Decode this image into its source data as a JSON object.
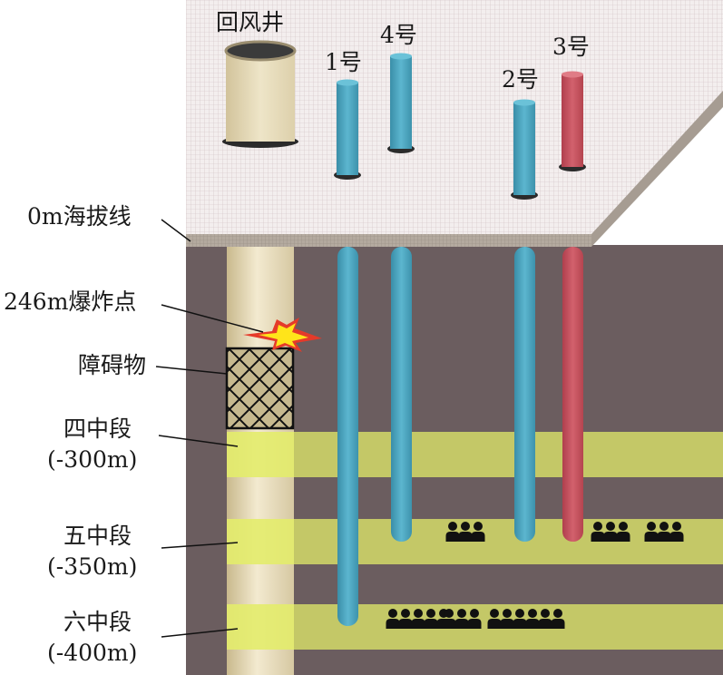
{
  "surface_labels": {
    "return_shaft": "回风井",
    "shaft1": "1号",
    "shaft2": "2号",
    "shaft3": "3号",
    "shaft4": "4号"
  },
  "side_labels": {
    "sea_level": "0m海拔线",
    "explosion": "246m爆炸点",
    "obstacle": "障碍物",
    "level4_name": "四中段",
    "level4_depth": "(-300m)",
    "level5_name": "五中段",
    "level5_depth": "(-350m)",
    "level6_name": "六中段",
    "level6_depth": "(-400m)"
  },
  "colors": {
    "rock": "#6b5d5f",
    "surface": "#f1ebeb",
    "ground_edge": "#a69c92",
    "tunnel": "#c4c867",
    "shaft_cyan": "#4fa7c0",
    "shaft_red": "#c5505d",
    "return_shaft": "#e8dcb5",
    "miners": "#111111"
  },
  "miner_groups": [
    {
      "level": "五中段",
      "count": 3
    },
    {
      "level": "五中段",
      "count": 3
    },
    {
      "level": "五中段",
      "count": 3
    },
    {
      "level": "六中段",
      "count": 5
    },
    {
      "level": "六中段",
      "count": 3
    },
    {
      "level": "六中段",
      "count": 6
    }
  ]
}
